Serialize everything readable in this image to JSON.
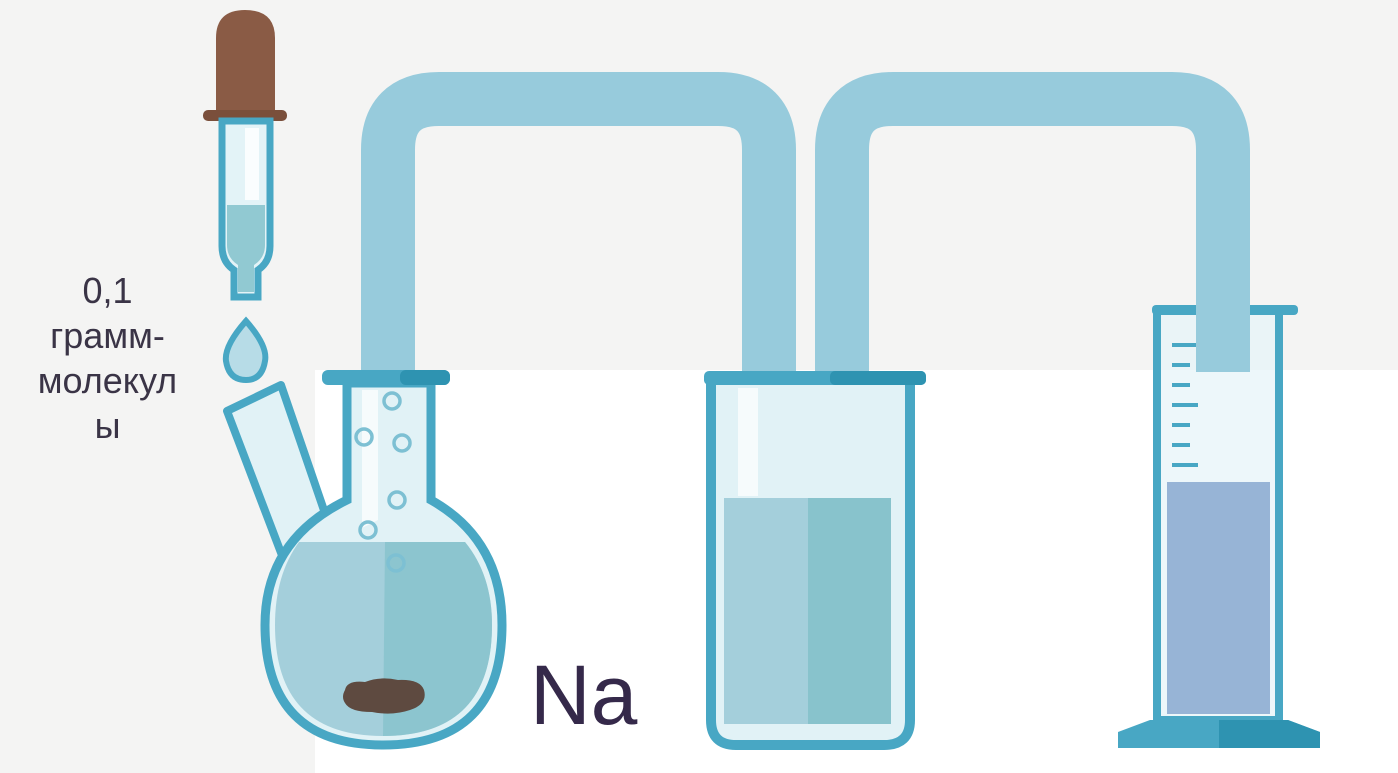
{
  "labels": {
    "dose_line1": "0,1",
    "dose_line2": "грамм-",
    "dose_line3": "молекул",
    "dose_line4": "ы",
    "element": "Na"
  },
  "colors": {
    "tube": "#97cbdc",
    "glass_outline": "#48a7c4",
    "glass_dark": "#2e93b1",
    "glass_fill": "#e1f2f6",
    "liquid_light": "#a4cfdb",
    "liquid_dark": "#88c3cc",
    "cylinder_liquid": "#97b4d6",
    "dropper_bulb": "#8a5b45",
    "sodium": "#5e4a40",
    "background_top": "#f4f4f3",
    "background_bottom": "#ffffff"
  }
}
